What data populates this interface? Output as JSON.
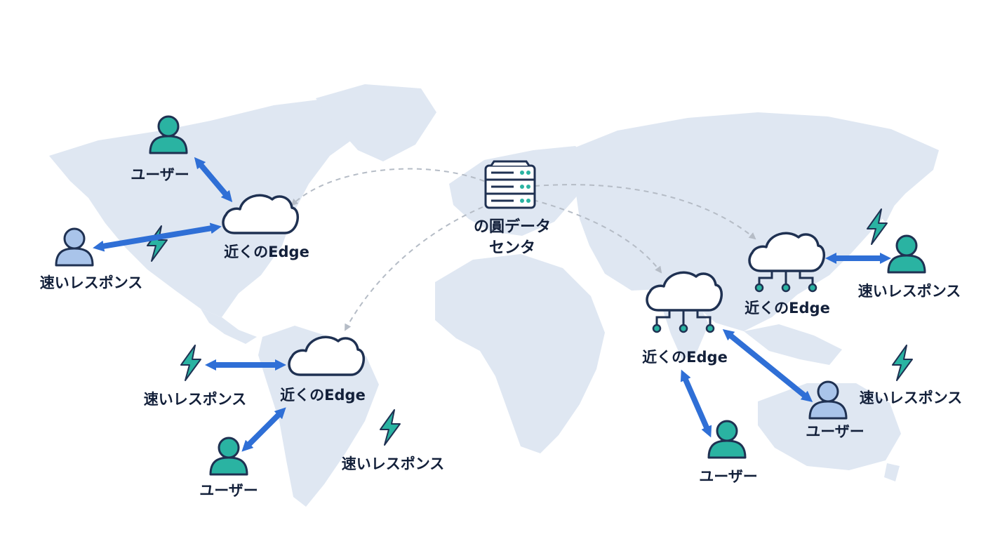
{
  "colors": {
    "map": "#dfe7f2",
    "ink": "#1f3152",
    "arrow": "#2f6fd6",
    "teal": "#2ab3a2",
    "user_light": "#a9c4ea",
    "dash": "#b5bcc6",
    "label": "#13203a"
  },
  "datacenter": {
    "icon": "server-icon",
    "label_line1": "の圓データ",
    "label_line2": "センタ"
  },
  "regions": {
    "north_america": {
      "edge_label": "近くのEdge",
      "user_label": "ユーザー",
      "response_label": "速いレスポンス"
    },
    "south_america": {
      "edge_label": "近くのEdge",
      "user_label": "ユーザー",
      "response_label_1": "速いレスポンス",
      "response_label_2": "速いレスポンス"
    },
    "east_asia": {
      "edge_label": "近くのEdge",
      "response_label": "速いレスポンス"
    },
    "southeast_asia": {
      "edge_label": "近くのEdge",
      "user_label": "ユーザー"
    },
    "oceania": {
      "user_label": "ユーザー",
      "response_label": "速いレスポンス"
    }
  }
}
